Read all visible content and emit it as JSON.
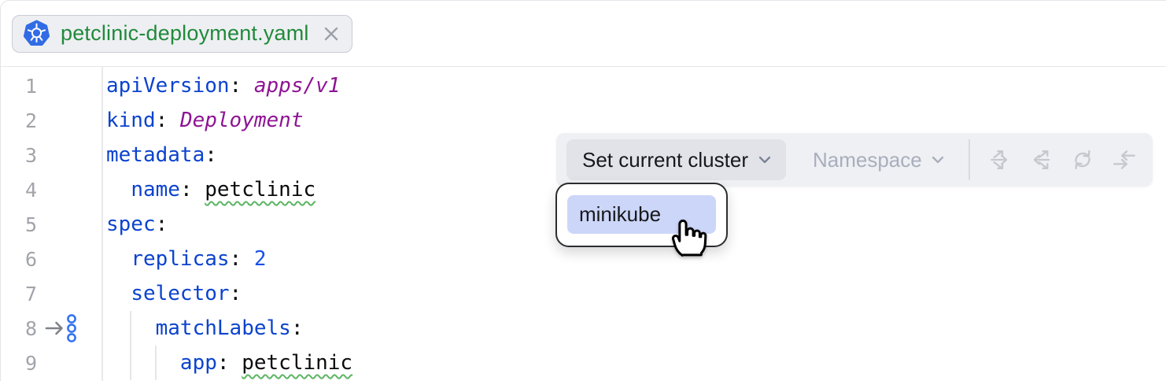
{
  "tab_bar": {
    "tab": {
      "filename": "petclinic-deployment.yaml",
      "icon": "kubernetes-icon",
      "close_icon": "close-icon",
      "state": "vcs-added"
    }
  },
  "editor": {
    "language": "yaml",
    "lines": [
      {
        "num": "1",
        "tokens": [
          {
            "c": "key",
            "t": "apiVersion"
          },
          {
            "c": "p",
            "t": ": "
          },
          {
            "c": "em",
            "t": "apps/v1"
          }
        ]
      },
      {
        "num": "2",
        "tokens": [
          {
            "c": "key",
            "t": "kind"
          },
          {
            "c": "p",
            "t": ": "
          },
          {
            "c": "em",
            "t": "Deployment"
          }
        ]
      },
      {
        "num": "3",
        "tokens": [
          {
            "c": "key",
            "t": "metadata"
          },
          {
            "c": "p",
            "t": ":"
          }
        ]
      },
      {
        "num": "4",
        "tokens": [
          {
            "c": "p",
            "t": "  "
          },
          {
            "c": "key",
            "t": "name"
          },
          {
            "c": "p",
            "t": ": "
          },
          {
            "c": "wavy",
            "t": "petclinic"
          }
        ]
      },
      {
        "num": "5",
        "tokens": [
          {
            "c": "key",
            "t": "spec"
          },
          {
            "c": "p",
            "t": ":"
          }
        ]
      },
      {
        "num": "6",
        "tokens": [
          {
            "c": "p",
            "t": "  "
          },
          {
            "c": "key",
            "t": "replicas"
          },
          {
            "c": "p",
            "t": ": "
          },
          {
            "c": "num",
            "t": "2"
          }
        ]
      },
      {
        "num": "7",
        "tokens": [
          {
            "c": "p",
            "t": "  "
          },
          {
            "c": "key",
            "t": "selector"
          },
          {
            "c": "p",
            "t": ":"
          }
        ]
      },
      {
        "num": "8",
        "gutter_icon": "related-labels-icon",
        "tokens": [
          {
            "c": "p",
            "t": "    "
          },
          {
            "c": "key",
            "t": "matchLabels"
          },
          {
            "c": "p",
            "t": ":"
          }
        ]
      },
      {
        "num": "9",
        "tokens": [
          {
            "c": "p",
            "t": "      "
          },
          {
            "c": "key",
            "t": "app"
          },
          {
            "c": "p",
            "t": ": "
          },
          {
            "c": "wavy",
            "t": "petclinic"
          }
        ]
      }
    ]
  },
  "toolbar": {
    "set_cluster_label": "Set current cluster",
    "namespace_label": "Namespace",
    "namespace_enabled": false,
    "icons": [
      "arrows-diverge-right-icon",
      "arrows-bidirectional-icon",
      "refresh-icon",
      "arrows-converge-icon"
    ],
    "icons_enabled": false
  },
  "dropdown": {
    "items": [
      {
        "label": "minikube",
        "highlighted": true
      }
    ]
  },
  "cursor": {
    "type": "pointing-hand"
  },
  "colors": {
    "accent_blue": "#3574F0",
    "kubernetes_blue": "#326CE5",
    "vcs_added_green": "#208A3B",
    "key_blue": "#0C43CE",
    "number_blue": "#1750EB",
    "value_purple": "#8E1494",
    "selection_item": "#CCD6F8",
    "toolbar_bg": "#EFF0F3",
    "button_bg": "#E2E3E8"
  }
}
